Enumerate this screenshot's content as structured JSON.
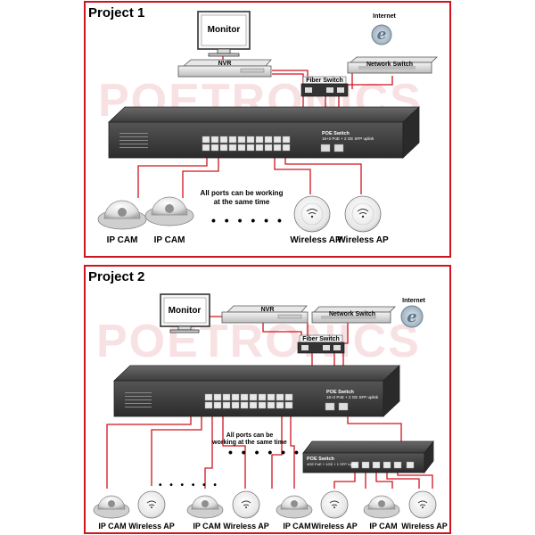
{
  "project1": {
    "title": "Project 1",
    "monitor": "Monitor",
    "internet": "Internet",
    "nvr": "NVR",
    "network_switch": "Network Switch",
    "fiber_switch": "Fiber Switch",
    "poe_switch": "POE Switch",
    "poe_switch_sub": "16+2 PoE + 2 GE SFP uplink",
    "note_line1": "All ports can be working",
    "note_line2": "at the same time",
    "dots": "• • • • • •",
    "devices": [
      "IP CAM",
      "IP CAM",
      "Wireless AP",
      "Wireless AP"
    ]
  },
  "project2": {
    "title": "Project 2",
    "monitor": "Monitor",
    "internet": "Internet",
    "nvr": "NVR",
    "network_switch": "Network Switch",
    "fiber_switch": "Fiber Switch",
    "poe_switch": "POE Switch",
    "poe_switch_sub": "16+2 PoE + 2 GE SFP uplink",
    "small_switch": "POE Switch",
    "small_switch_sub": "4GE PoE + 1GE + 1 SFP Uplink",
    "note_line1": "All ports can be",
    "note_line2": "working at the same time",
    "dots_left": "• • • • • •",
    "dots_right": "• • • • • •",
    "devices": [
      "IP CAM",
      "Wireless AP",
      "IP CAM",
      "Wireless AP",
      "IP CAM",
      "Wireless AP",
      "IP CAM",
      "Wireless AP"
    ]
  },
  "watermark": "POETRONICS",
  "colors": {
    "border": "#d0141f",
    "cable": "#d0141f",
    "switch_body": "#3a3a3a",
    "switch_top": "#4a4a4a"
  }
}
